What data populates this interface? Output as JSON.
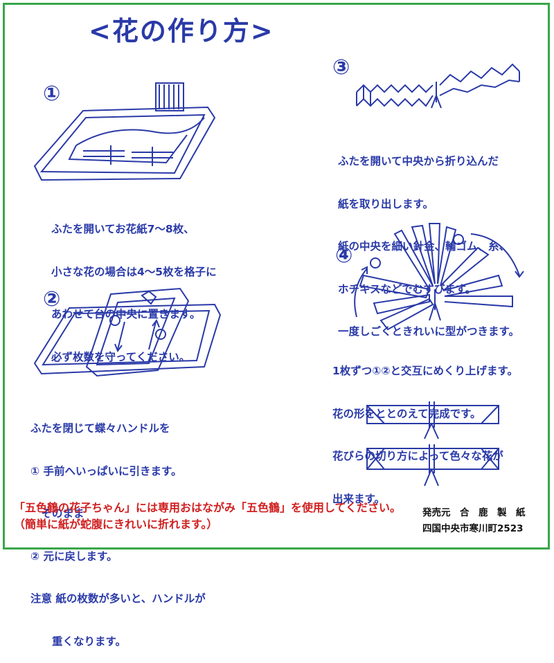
{
  "title": "<花の作り方>",
  "steps": [
    {
      "number": "①",
      "lines": [
        "ふたを開いてお花紙7～8枚、",
        "小さな花の場合は4～5枚を格子に",
        "あわせて台の中央に置きます。",
        "必ず枚数を守ってください。"
      ]
    },
    {
      "number": "②",
      "lines": [
        "ふたを閉じて蝶々ハンドルを",
        "① 手前へいっぱいに引きます。",
        "　そのまま",
        "② 元に戻します。",
        "注意 紙の枚数が多いと、ハンドルが",
        "　　重くなります。"
      ]
    },
    {
      "number": "③",
      "lines": [
        "ふたを開いて中央から折り込んだ",
        "紙を取り出します。",
        "紙の中央を細い針金、輪ゴム、糸、",
        "ホチキスなどでむすびます。",
        "一度しごくときれいに型がつきます。"
      ]
    },
    {
      "number": "④",
      "lines": [
        "1枚ずつ①②と交互にめくり上げます。",
        "花の形をととのえて完成です。",
        "花びらの切り方によって色々な花が",
        "出来ます。"
      ]
    }
  ],
  "notice": {
    "lines": [
      "「五色鶴の花子ちゃん」には専用おはながみ「五色鶴」を使用してください。",
      "（簡単に紙が蛇腹にきれいに折れます。）"
    ]
  },
  "publisher": {
    "lines": [
      "発売元　合　鹿　製　紙",
      "四国中央市寒川町2523"
    ]
  },
  "colors": {
    "text_blue": "#2a3aa8",
    "notice_red": "#d02020",
    "border_green": "#3aa64a"
  }
}
